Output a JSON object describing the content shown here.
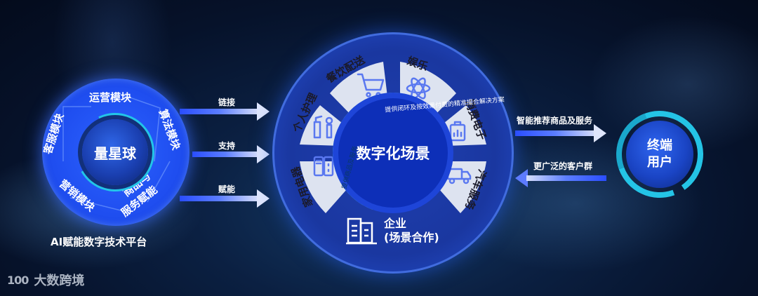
{
  "left_platform": {
    "core_label": "量星球",
    "segments": [
      "运营模块",
      "算法模块",
      "商品与",
      "服务赋能",
      "营销模块",
      "客服模块"
    ],
    "caption": "AI赋能数字技术平台",
    "colors": {
      "ring": "#1f4ef0",
      "accent_arc": "#22c5e8"
    }
  },
  "left_arrows": [
    {
      "label": "链接"
    },
    {
      "label": "支持"
    },
    {
      "label": "赋能"
    }
  ],
  "center_wheel": {
    "core_label": "数字化场景",
    "arc_text_left": "提供商品及服务",
    "arc_text_right": "提供闭环及按效果付费的精准撮合解决方案",
    "segments": [
      {
        "label": "餐饮配送",
        "icon": "shopping-cart-icon"
      },
      {
        "label": "娱乐",
        "icon": "atom-icon"
      },
      {
        "label": "消费电子",
        "icon": "clipboard-chart-icon"
      },
      {
        "label": "汽车服务",
        "icon": "truck-icon"
      },
      {
        "label": "家用电器",
        "icon": "refrigerator-icon"
      },
      {
        "label": "个人护理",
        "icon": "cosmetics-icon"
      }
    ],
    "enterprise_line1": "企业",
    "enterprise_line2": "(场景合作)",
    "colors": {
      "segment_fill": "#dde3f0",
      "ring": "#1f3fb0",
      "icon": "#5a78f0",
      "accent_arc": "#5fe0e8"
    }
  },
  "right_arrows": [
    {
      "label": "智能推荐商品及服务",
      "direction": "right"
    },
    {
      "label": "更广泛的客户群",
      "direction": "left"
    }
  ],
  "right_user": {
    "line1": "终端",
    "line2": "用户"
  },
  "watermark": {
    "mark": "100",
    "text": "大数跨境"
  }
}
